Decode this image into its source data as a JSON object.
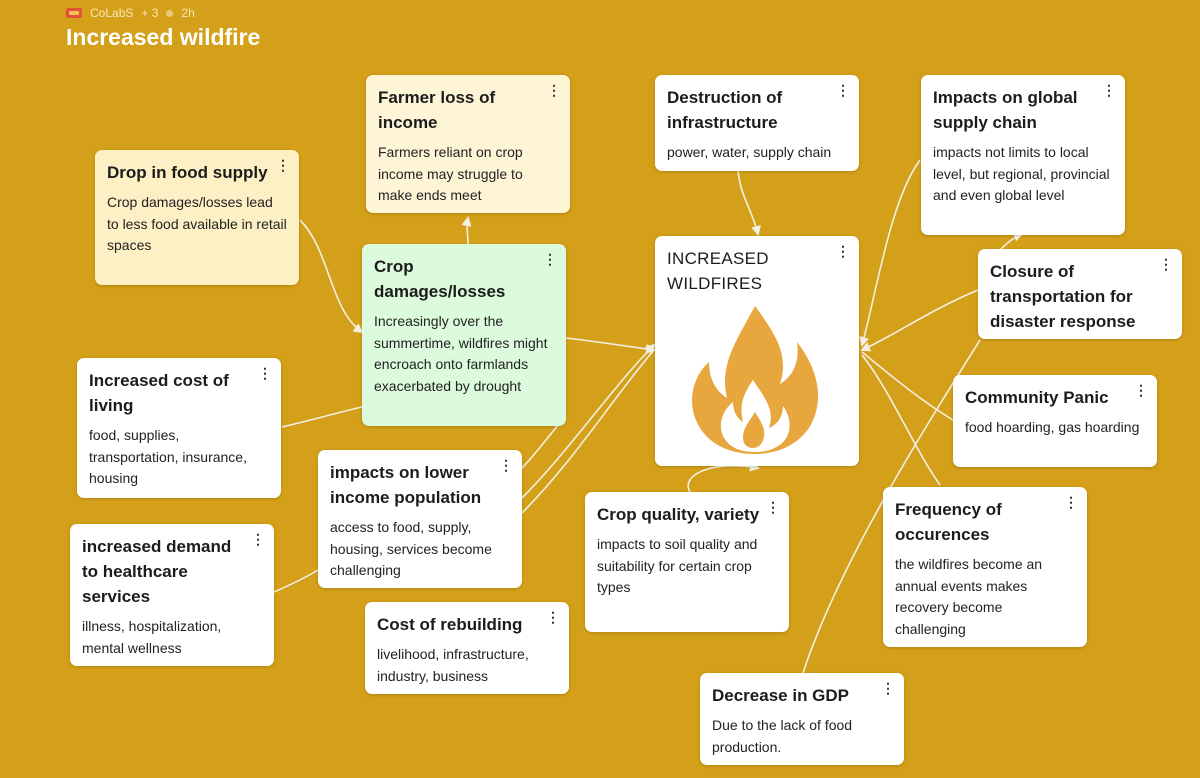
{
  "header": {
    "workspace": "CoLabS",
    "collaborators": "+ 3",
    "time": "2h",
    "title": "Increased wildfire"
  },
  "cards": {
    "farmer_loss": {
      "title": "Farmer loss of income",
      "desc": "Farmers reliant on crop income may struggle to make ends meet"
    },
    "drop_food": {
      "title": "Drop in food supply",
      "desc": "Crop damages/losses lead to less food available in retail spaces"
    },
    "destruction": {
      "title": "Destruction of infrastructure",
      "desc": "power, water, supply chain"
    },
    "global_supply": {
      "title": "Impacts on global supply chain",
      "desc": "impacts not limits to local level, but regional, provincial and even global level"
    },
    "crop_damage": {
      "title": "Crop damages/losses",
      "desc": "Increasingly over the summertime, wildfires might encroach onto farmlands exacerbated by drought"
    },
    "center": {
      "title": "INCREASED WILDFIRES"
    },
    "closure": {
      "title": "Closure of transportation for disaster response",
      "desc": ""
    },
    "cost_living": {
      "title": "Increased cost of living",
      "desc": "food, supplies, transportation, insurance, housing"
    },
    "community_panic": {
      "title": "Community Panic",
      "desc": "food hoarding, gas hoarding"
    },
    "lower_income": {
      "title": "impacts on lower income population",
      "desc": "access to food, supply, housing, services become challenging"
    },
    "healthcare": {
      "title": "increased demand to healthcare services",
      "desc": "illness, hospitalization, mental wellness"
    },
    "crop_quality": {
      "title": "Crop quality, variety",
      "desc": "impacts to soil quality and suitability for certain crop types"
    },
    "frequency": {
      "title": "Frequency of occurences",
      "desc": "the wildfires become an annual events makes recovery become challenging"
    },
    "rebuilding": {
      "title": "Cost of rebuilding",
      "desc": "livelihood, infrastructure, industry, business"
    },
    "gdp": {
      "title": "Decrease in GDP",
      "desc": "Due to the lack of food production."
    }
  },
  "menu_glyph": "⋮",
  "icons": {
    "flame": "flame-icon",
    "logo": "colabs-logo"
  },
  "colors": {
    "background": "#d4a019",
    "connector": "#f3efe4",
    "flame": "#e8a63e"
  }
}
